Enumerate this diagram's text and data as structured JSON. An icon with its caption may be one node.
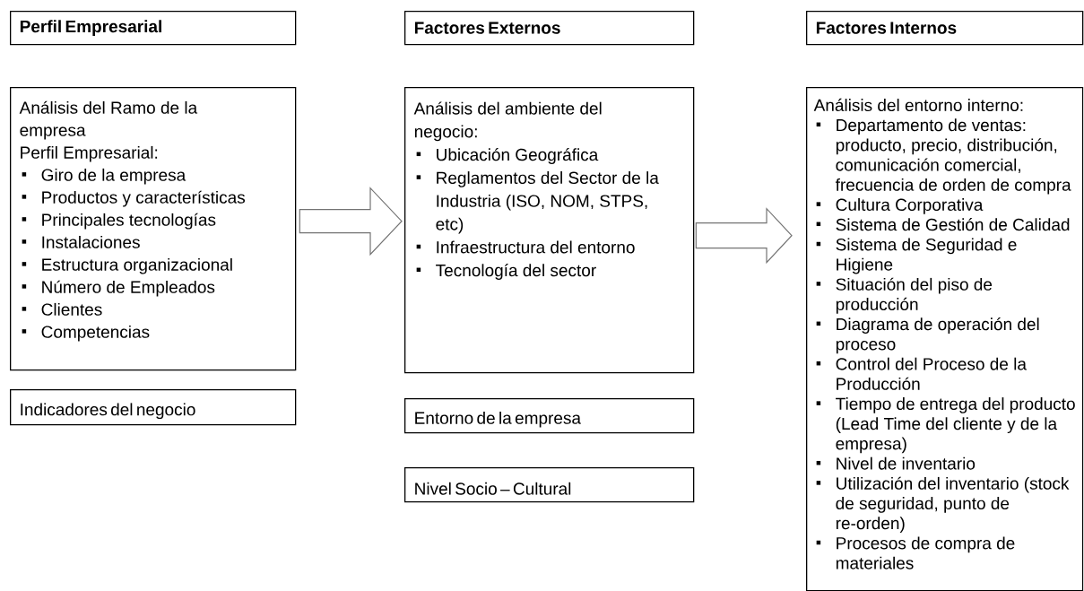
{
  "diagram": {
    "nodes": [
      {
        "text": [
          "Perfil Empresarial"
        ]
      },
      {
        "text": [
          "Análisis del Ramo de la empresa",
          "Perfil Empresarial:",
          "Giro de la empresa",
          "Productos y características",
          "Principales tecnologías",
          "Instalaciones",
          "Estructura organizacional",
          "Número de Empleados",
          "Clientes",
          "Competencias"
        ]
      },
      {
        "text": [
          "Indicadores del negocio"
        ]
      },
      {
        "text": [
          "Factores Externos"
        ]
      },
      {
        "text": [
          "Análisis del ambiente del negocio:",
          "Ubicación Geográfica",
          "Reglamentos del Sector de la Industria (ISO, NOM, STPS, etc)",
          "Infraestructura del entorno",
          "Tecnología del sector"
        ]
      },
      {
        "text": [
          "Entorno de la empresa"
        ]
      },
      {
        "text": [
          "Nivel Socio – Cultural"
        ]
      },
      {
        "text": [
          "Factores Internos"
        ]
      },
      {
        "text": [
          "Análisis del entorno interno:",
          "Departamento de ventas: producto, precio, distribución, comunicación comercial, frecuencia de orden de compra",
          "Cultura Corporativa",
          "Sistema de Gestión de Calidad",
          "Sistema de Seguridad e Higiene",
          "Situación del piso de producción",
          "Diagrama de operación del proceso",
          "Control del Proceso de la Producción",
          "Tiempo de entrega del producto (Lead Time del cliente y de la empresa)",
          "Nivel de inventario",
          "Utilización del inventario (stock de seguridad, punto de re-orden)",
          "Procesos de compra de materiales"
        ]
      }
    ],
    "edges": [
      {
        "from": 1,
        "to": 4,
        "arrow": "to"
      },
      {
        "from": 4,
        "to": 8,
        "arrow": "to"
      }
    ]
  }
}
